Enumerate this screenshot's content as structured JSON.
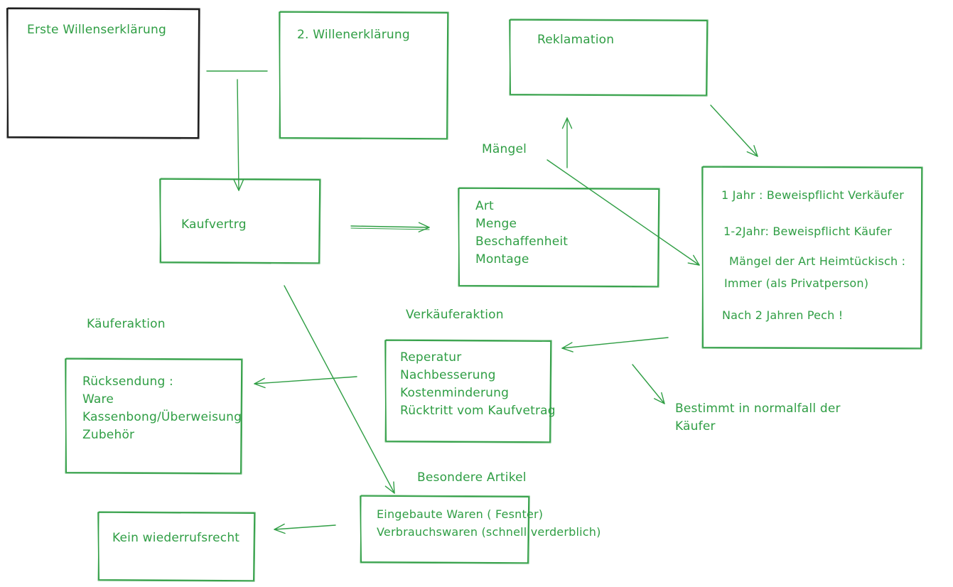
{
  "colors": {
    "ink": "#2f9e44",
    "black": "#1e1e1e",
    "background": "#ffffff"
  },
  "boxes": {
    "erste_willenserklaerung": {
      "title": "Erste Willenserklärung"
    },
    "zweite_willenserklaerung": {
      "title": "2. Willenerklärung"
    },
    "reklamation": {
      "title": "Reklamation"
    },
    "kaufvertrag": {
      "title": "Kaufvertrg"
    },
    "maengel_arten": {
      "lines": [
        "Art",
        "Menge",
        "Beschaffenheit",
        "Montage"
      ]
    },
    "beweispflicht": {
      "lines": [
        "1 Jahr : Beweispflicht Verkäufer",
        "1-2Jahr: Beweispflicht Käufer",
        "Mängel der Art Heimtückisch :",
        "Immer (als Privatperson)",
        "Nach 2 Jahren Pech !"
      ]
    },
    "verkaeuferaktion_optionen": {
      "lines": [
        "Reperatur",
        "Nachbesserung",
        "Kostenminderung",
        "Rücktritt vom Kaufvetrag"
      ]
    },
    "ruecksendung": {
      "lines": [
        "Rücksendung :",
        "Ware",
        "Kassenbong/Überweisung",
        "Zubehör"
      ]
    },
    "besondere_artikel_liste": {
      "lines": [
        "Eingebaute Waren ( Fesnter)",
        "Verbrauchswaren (schnell verderblich)"
      ]
    },
    "kein_widerruf": {
      "title": "Kein wiederrufsrecht"
    }
  },
  "labels": {
    "maengel": "Mängel",
    "kaeuferaktion": "Käuferaktion",
    "verkaeuferaktion": "Verkäuferaktion",
    "besondere_artikel": "Besondere Artikel",
    "bestimmt": [
      "Bestimmt in normalfall der",
      "Käufer"
    ]
  }
}
